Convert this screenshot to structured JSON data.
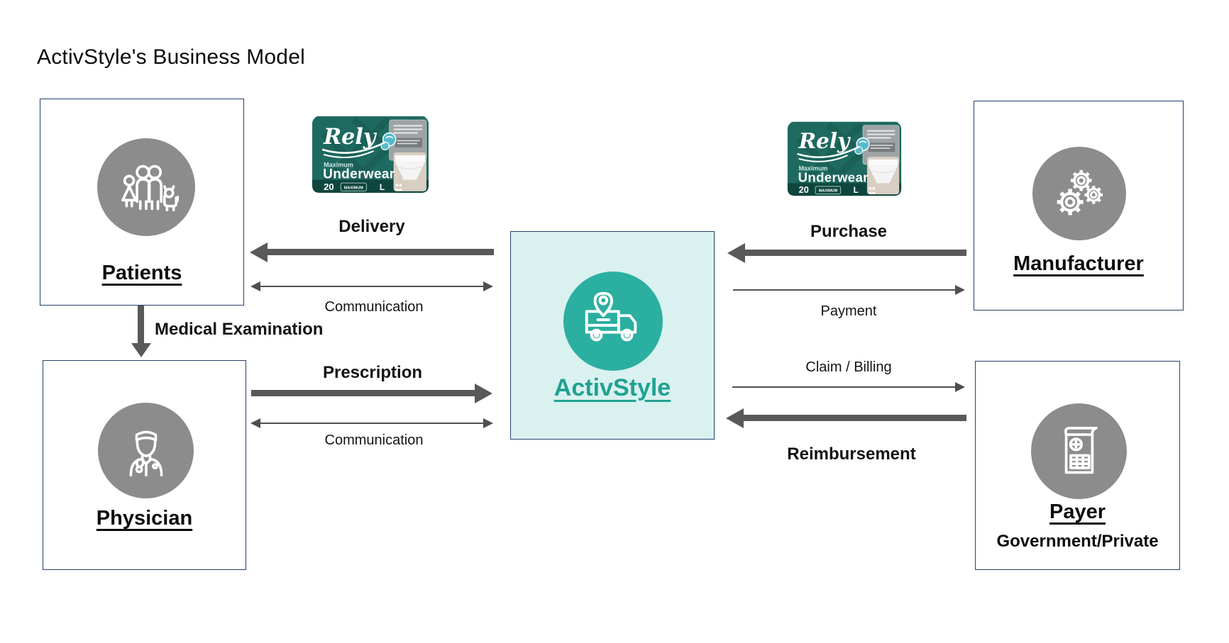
{
  "title": "ActivStyle's Business Model",
  "nodes": {
    "patients": {
      "label": "Patients",
      "icon": "family-icon"
    },
    "physician": {
      "label": "Physician",
      "icon": "doctor-icon"
    },
    "activstyle": {
      "label": "ActivStyle",
      "icon": "delivery-truck-pin-icon"
    },
    "manufacturer": {
      "label": "Manufacturer",
      "icon": "gears-icon"
    },
    "payer": {
      "label": "Payer",
      "sublabel": "Government/Private",
      "icon": "medical-billing-document-icon"
    }
  },
  "flows": {
    "delivery": {
      "label": "Delivery",
      "style": "thick",
      "direction": "activstyle to patients"
    },
    "communication_patients": {
      "label": "Communication",
      "style": "thin",
      "direction": "both"
    },
    "medical_examination": {
      "label": "Medical Examination",
      "style": "thick",
      "direction": "patients to physician"
    },
    "prescription": {
      "label": "Prescription",
      "style": "thick",
      "direction": "physician to activstyle"
    },
    "communication_physician": {
      "label": "Communication",
      "style": "thin",
      "direction": "both"
    },
    "purchase": {
      "label": "Purchase",
      "style": "thick",
      "direction": "manufacturer to activstyle"
    },
    "payment": {
      "label": "Payment",
      "style": "thin",
      "direction": "activstyle to manufacturer"
    },
    "claim_billing": {
      "label": "Claim / Billing",
      "style": "thin",
      "direction": "activstyle to payer"
    },
    "reimbursement": {
      "label": "Reimbursement",
      "style": "thick",
      "direction": "payer to activstyle"
    }
  },
  "product_package": {
    "brand": "Rely",
    "subline": "Maximum",
    "name": "Underwear",
    "count": "20",
    "badge": "MAXIMUM",
    "size": "L"
  },
  "colors": {
    "accent_teal": "#2BAFA0",
    "activstyle_text": "#1FA293",
    "center_box_bg": "#D9F1EF",
    "box_border": "#24416B",
    "icon_circle_gray": "#8C8C8C",
    "arrow_gray": "#595959",
    "package_green": "#1E6A60"
  }
}
